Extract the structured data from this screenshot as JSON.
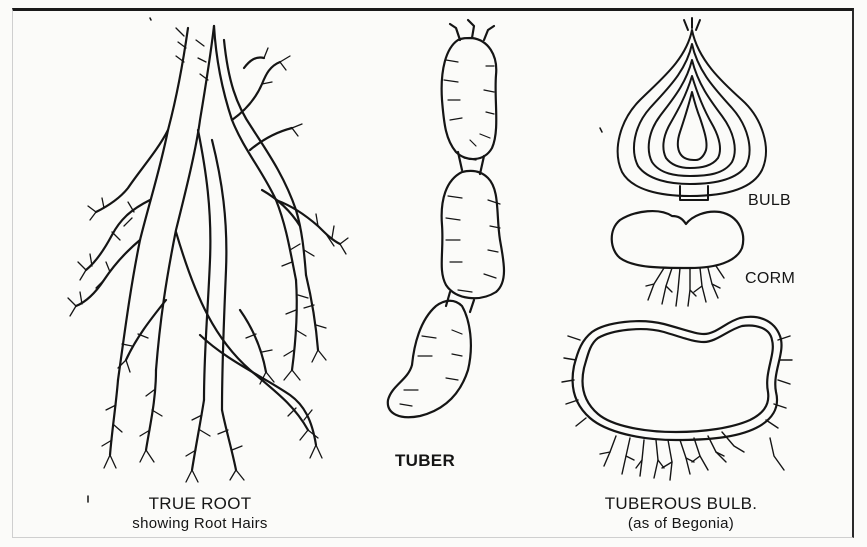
{
  "labels": {
    "true_root_title": "TRUE ROOT",
    "true_root_sub": "showing Root Hairs",
    "tuber": "TUBER",
    "bulb": "BULB",
    "corm": "CORM",
    "tuberous_bulb_title": "TUBEROUS BULB.",
    "tuberous_bulb_sub": "(as of Begonia)"
  },
  "colors": {
    "ink": "#151515",
    "paper": "#fbfbf9"
  }
}
